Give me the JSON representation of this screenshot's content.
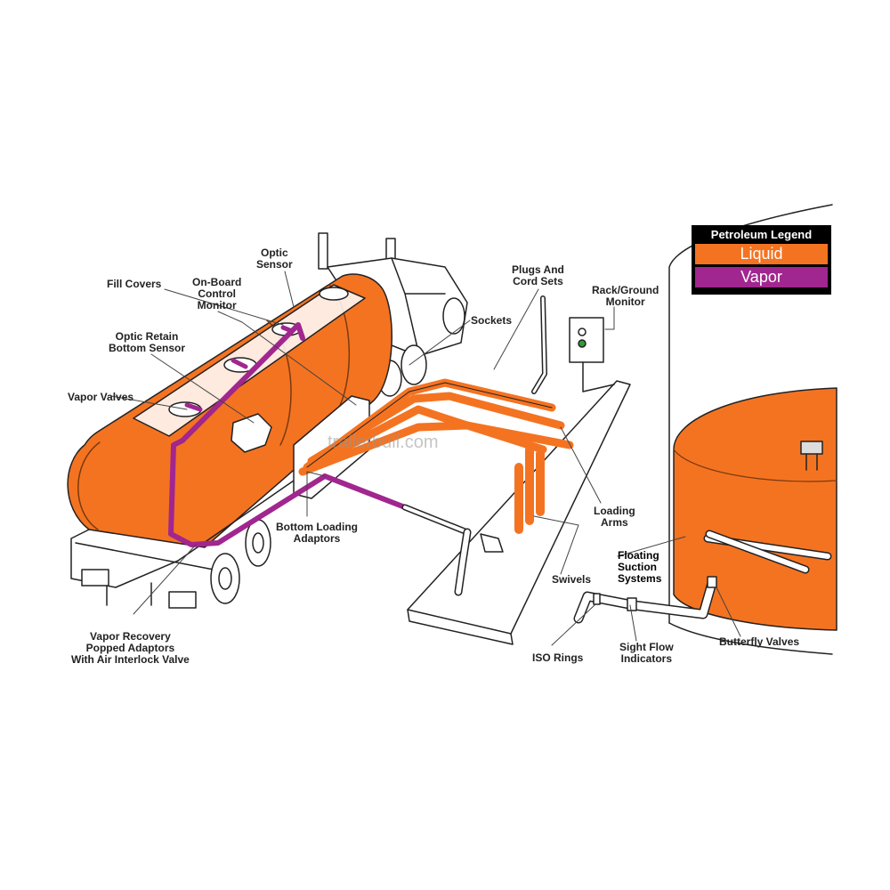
{
  "colors": {
    "liquid": "#f47321",
    "vapor": "#a1268f",
    "outline": "#222222"
  },
  "legend": {
    "title": "Petroleum Legend",
    "liquid": "Liquid",
    "vapor": "Vapor"
  },
  "watermark": "trailerbull.com",
  "labels": {
    "optic_sensor": [
      "Optic",
      "Sensor"
    ],
    "fill_covers": [
      "Fill Covers"
    ],
    "on_board_control_monitor": [
      "On-Board",
      "Control",
      "Monitor"
    ],
    "optic_retain_bottom_sensor": [
      "Optic Retain",
      "Bottom Sensor"
    ],
    "vapor_valves": [
      "Vapor Valves"
    ],
    "plugs_and_cord_sets": [
      "Plugs And",
      "Cord Sets"
    ],
    "rack_ground_monitor": [
      "Rack/Ground",
      "Monitor"
    ],
    "sockets": [
      "Sockets"
    ],
    "bottom_loading_adaptors": [
      "Bottom Loading",
      "Adaptors"
    ],
    "loading_arms": [
      "Loading",
      "Arms"
    ],
    "floating_suction_systems": [
      "Floating",
      "Suction",
      "Systems"
    ],
    "swivels": [
      "Swivels"
    ],
    "vapor_recovery": [
      "Vapor Recovery",
      "Popped Adaptors",
      "With Air Interlock Valve"
    ],
    "iso_rings": [
      "ISO Rings"
    ],
    "sight_flow_indicators": [
      "Sight Flow",
      "Indicators"
    ],
    "butterfly_valves": [
      "Butterfly Valves"
    ]
  }
}
